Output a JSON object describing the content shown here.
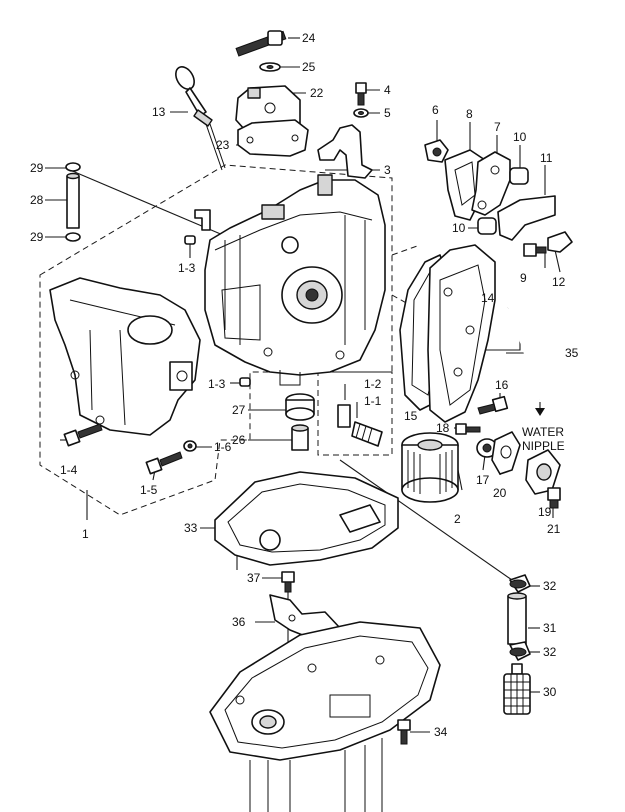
{
  "labels": {
    "p1": "1",
    "p1_1": "1-1",
    "p1_2": "1-2",
    "p1_3a": "1-3",
    "p1_3b": "1-3",
    "p1_4": "1-4",
    "p1_5": "1-5",
    "p1_6": "1-6",
    "p2": "2",
    "p3": "3",
    "p4": "4",
    "p5": "5",
    "p6": "6",
    "p7": "7",
    "p8": "8",
    "p9": "9",
    "p10a": "10",
    "p10b": "10",
    "p11": "11",
    "p12": "12",
    "p13": "13",
    "p14": "14",
    "p15": "15",
    "p16": "16",
    "p17": "17",
    "p18": "18",
    "p19": "19",
    "p20": "20",
    "p21": "21",
    "p22": "22",
    "p23": "23",
    "p24": "24",
    "p25": "25",
    "p26": "26",
    "p27": "27",
    "p28": "28",
    "p29a": "29",
    "p29b": "29",
    "p30": "30",
    "p31": "31",
    "p32a": "32",
    "p32b": "32",
    "p33": "33",
    "p34": "34",
    "p35": "35",
    "p36": "36",
    "p37": "37"
  },
  "annotations": {
    "water_line1": "WATER",
    "water_line2": "NIPPLE"
  }
}
